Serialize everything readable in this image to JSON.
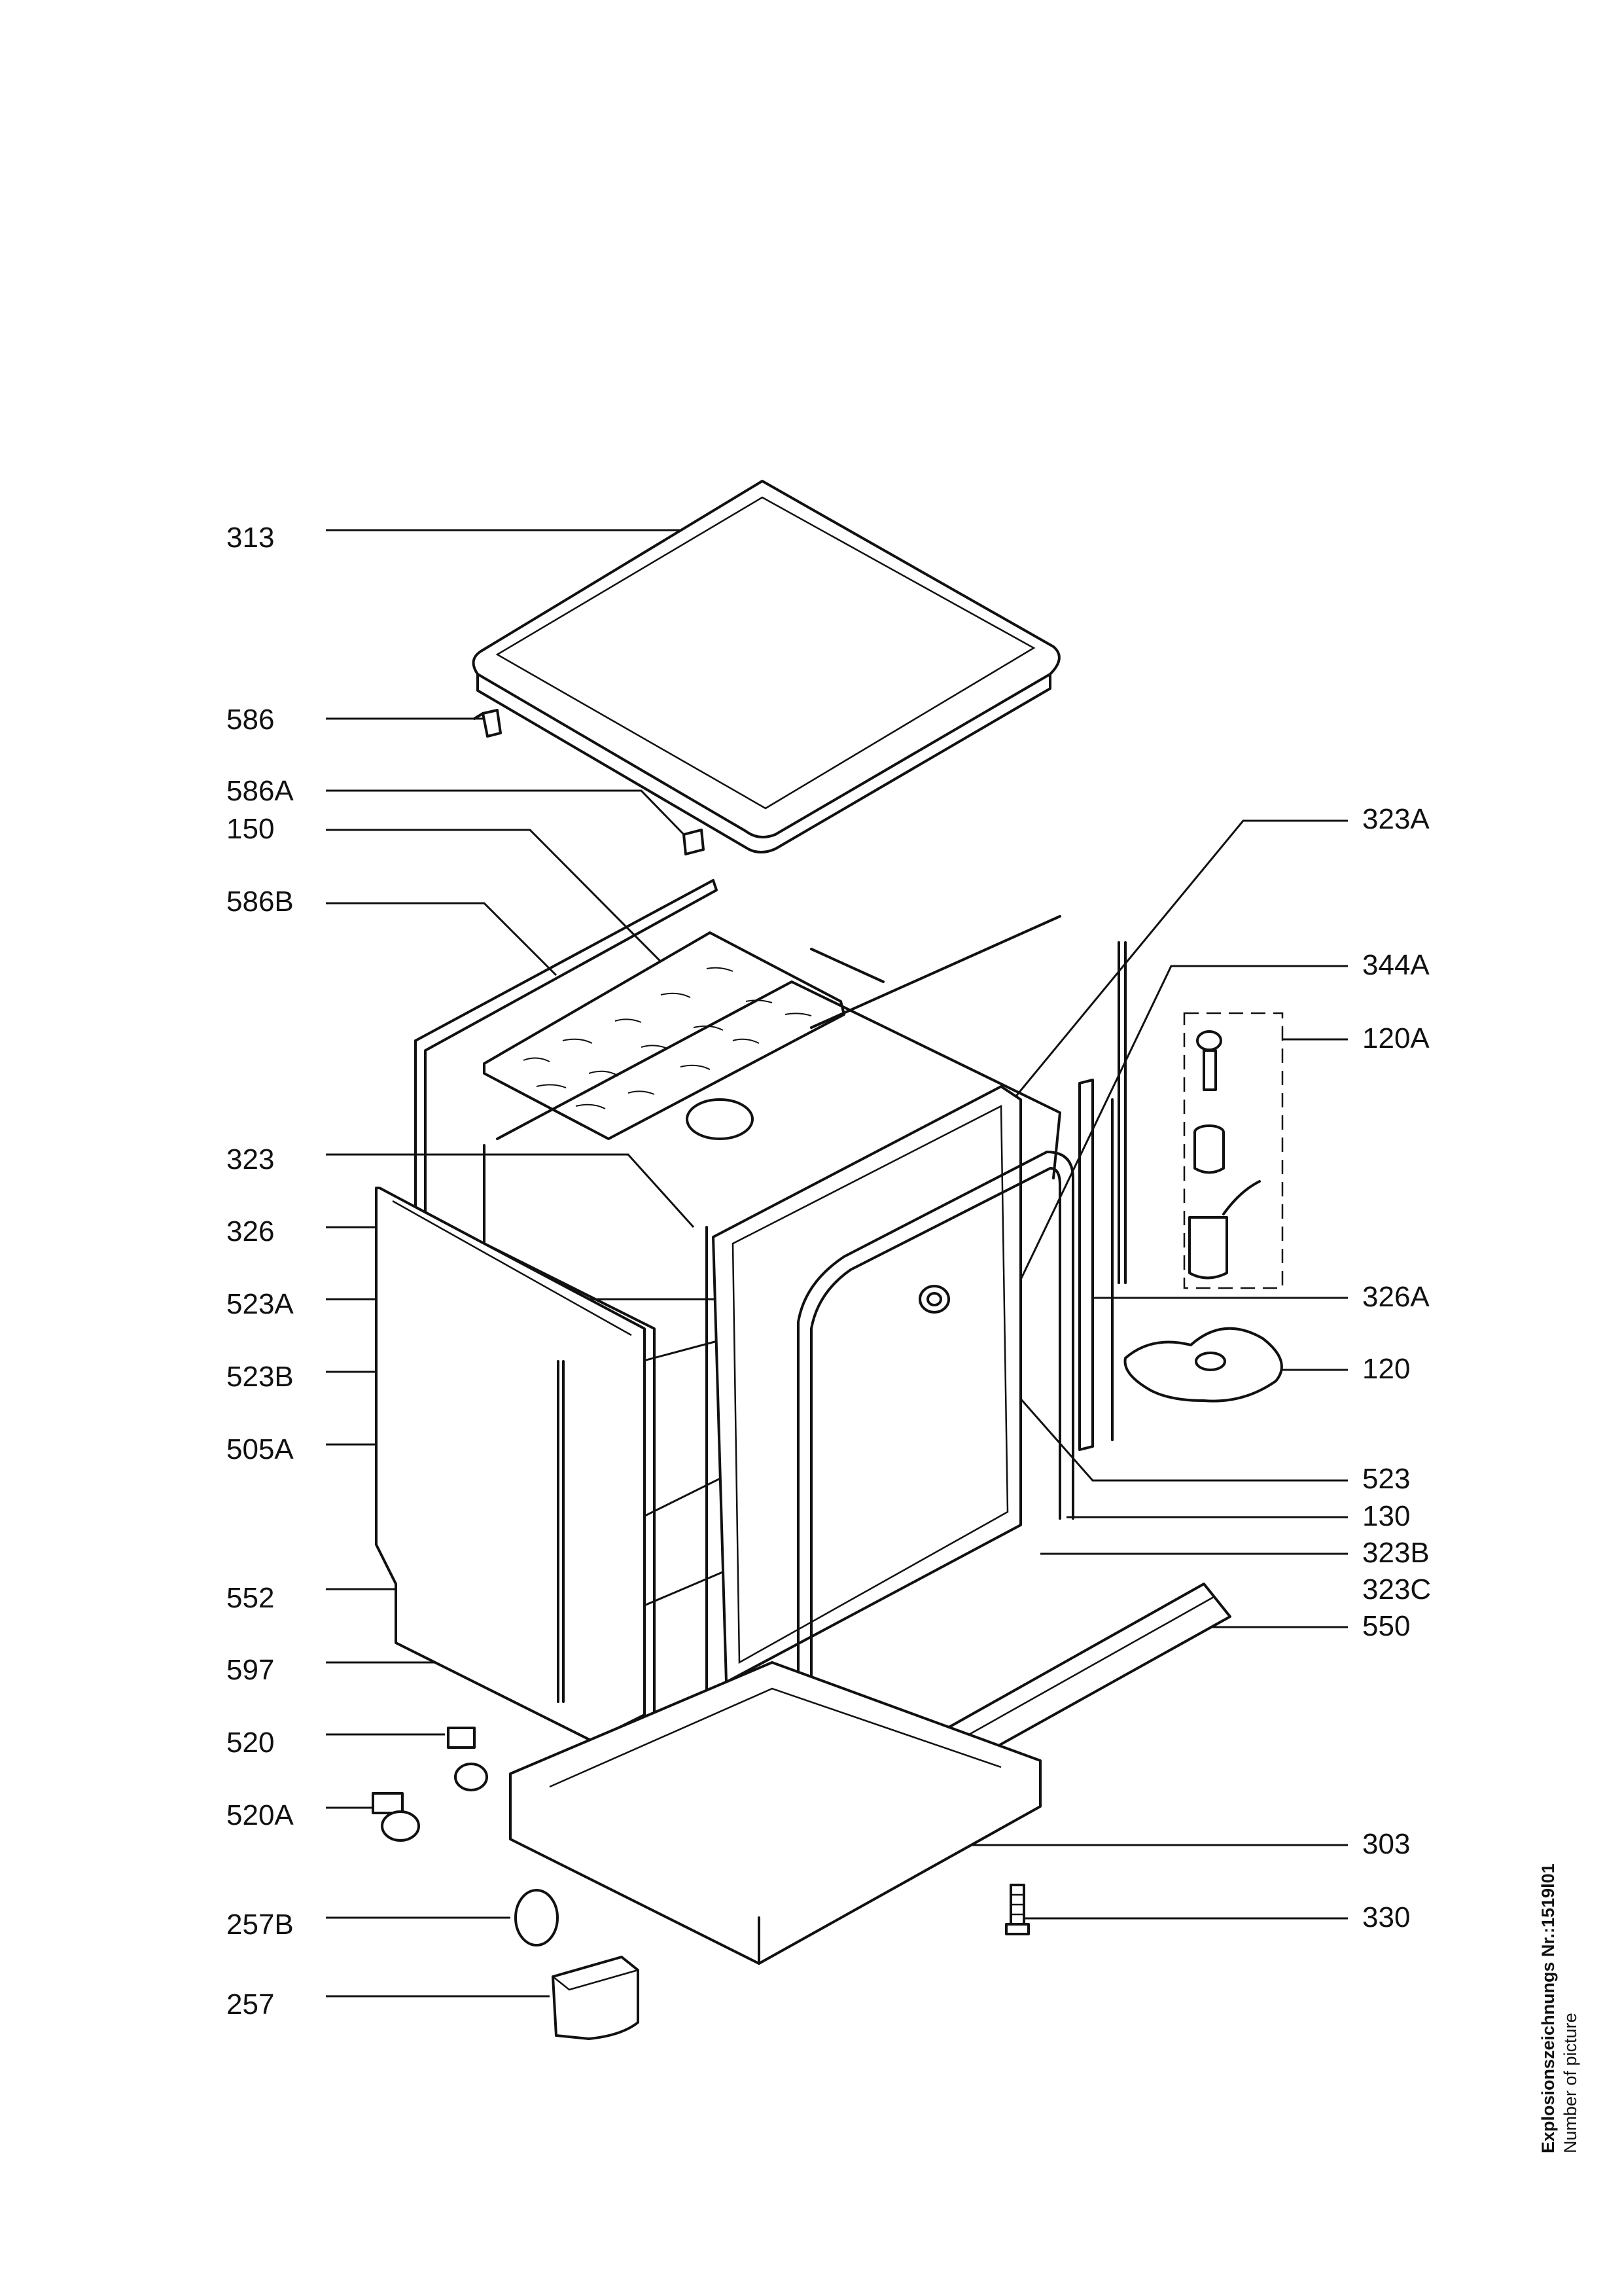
{
  "diagram": {
    "callouts_left": [
      {
        "id": "313",
        "label": "313"
      },
      {
        "id": "586",
        "label": "586"
      },
      {
        "id": "586A",
        "label": "586A"
      },
      {
        "id": "150",
        "label": "150"
      },
      {
        "id": "586B",
        "label": "586B"
      },
      {
        "id": "323",
        "label": "323"
      },
      {
        "id": "326",
        "label": "326"
      },
      {
        "id": "523A",
        "label": "523A"
      },
      {
        "id": "523B",
        "label": "523B"
      },
      {
        "id": "505A",
        "label": "505A"
      },
      {
        "id": "552",
        "label": "552"
      },
      {
        "id": "597",
        "label": "597"
      },
      {
        "id": "520",
        "label": "520"
      },
      {
        "id": "520A",
        "label": "520A"
      },
      {
        "id": "257B",
        "label": "257B"
      },
      {
        "id": "257",
        "label": "257"
      }
    ],
    "callouts_right": [
      {
        "id": "323A",
        "label": "323A"
      },
      {
        "id": "344A",
        "label": "344A"
      },
      {
        "id": "120A",
        "label": "120A"
      },
      {
        "id": "326A",
        "label": "326A"
      },
      {
        "id": "120",
        "label": "120"
      },
      {
        "id": "523",
        "label": "523"
      },
      {
        "id": "130",
        "label": "130"
      },
      {
        "id": "323B",
        "label": "323B"
      },
      {
        "id": "323C",
        "label": "323C"
      },
      {
        "id": "550",
        "label": "550"
      },
      {
        "id": "303",
        "label": "303"
      },
      {
        "id": "330",
        "label": "330"
      }
    ],
    "caption": {
      "title": "Explosionszeichnungs Nr.:1519l01",
      "subtitle": "Number of picture"
    }
  }
}
